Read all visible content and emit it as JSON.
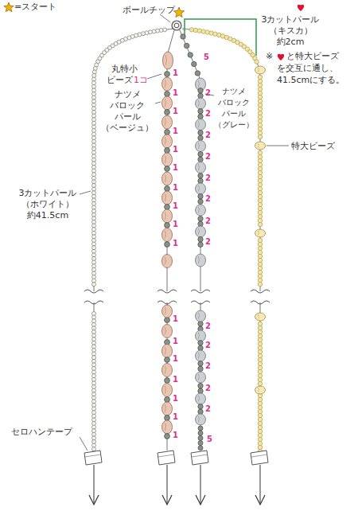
{
  "diagram": {
    "labels": [
      "ボールチップ",
      "3カットパール （キスカ） 約2cm",
      "※",
      "と特大ビーズ",
      "を交互に通し、",
      "41.5cmにする。",
      "特大ビーズ",
      "丸特小",
      "ビーズ",
      "1コ",
      "ナツメ バロック パール （ベージュ）",
      "ナツメ バロック パール （グレー）",
      "3カットパール （ホワイト） 約41.5cm",
      "セロハンテープ",
      "1",
      "1",
      "1",
      "1",
      "1",
      "1",
      "1",
      "1",
      "1",
      "1",
      "1",
      "1",
      "1",
      "1",
      "1",
      "1",
      "1",
      "5",
      "2",
      "2",
      "2",
      "2",
      "2",
      "2",
      "2",
      "2",
      "2",
      "2",
      "2",
      "2",
      "2",
      "5"
    ],
    "legend": [
      {
        "text": "=スタート"
      }
    ]
  }
}
